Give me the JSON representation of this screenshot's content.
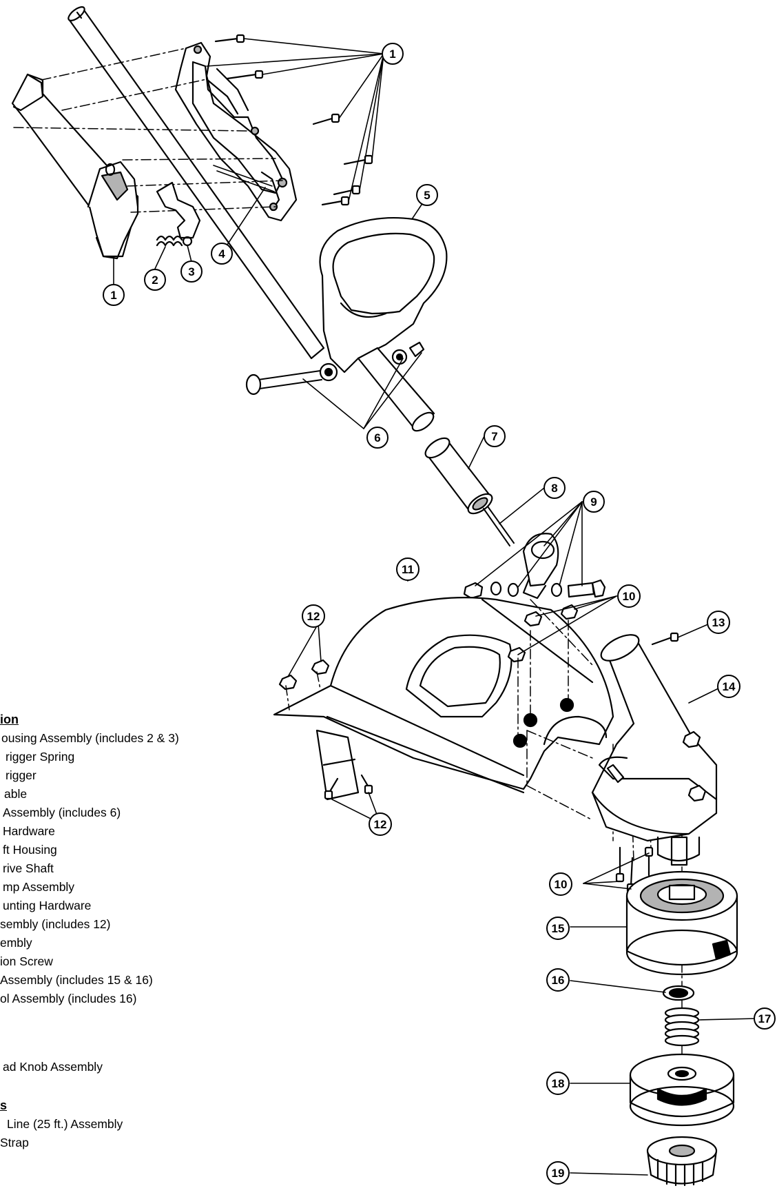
{
  "parts_list": {
    "heading": "ion",
    "items": [
      "ousing Assembly (includes 2 & 3)",
      "rigger Spring",
      "rigger",
      "able",
      "Assembly (includes 6)",
      "Hardware",
      "ft Housing",
      "rive Shaft",
      "mp Assembly",
      "unting Hardware",
      "sembly (includes 12)",
      "embly",
      "ion Screw",
      "Assembly (includes 15 & 16)",
      "ol Assembly (includes 16)",
      "ad Knob Assembly"
    ],
    "heading2": "s",
    "items2": [
      "Line (25 ft.) Assembly",
      "Strap"
    ]
  },
  "callouts": [
    "1",
    "2",
    "3",
    "4",
    "5",
    "6",
    "7",
    "8",
    "9",
    "10",
    "11",
    "12",
    "13",
    "14",
    "15",
    "16",
    "17",
    "18",
    "19"
  ],
  "colors": {
    "line": "#000000",
    "shade": "#b3b3b3",
    "background": "#ffffff"
  }
}
